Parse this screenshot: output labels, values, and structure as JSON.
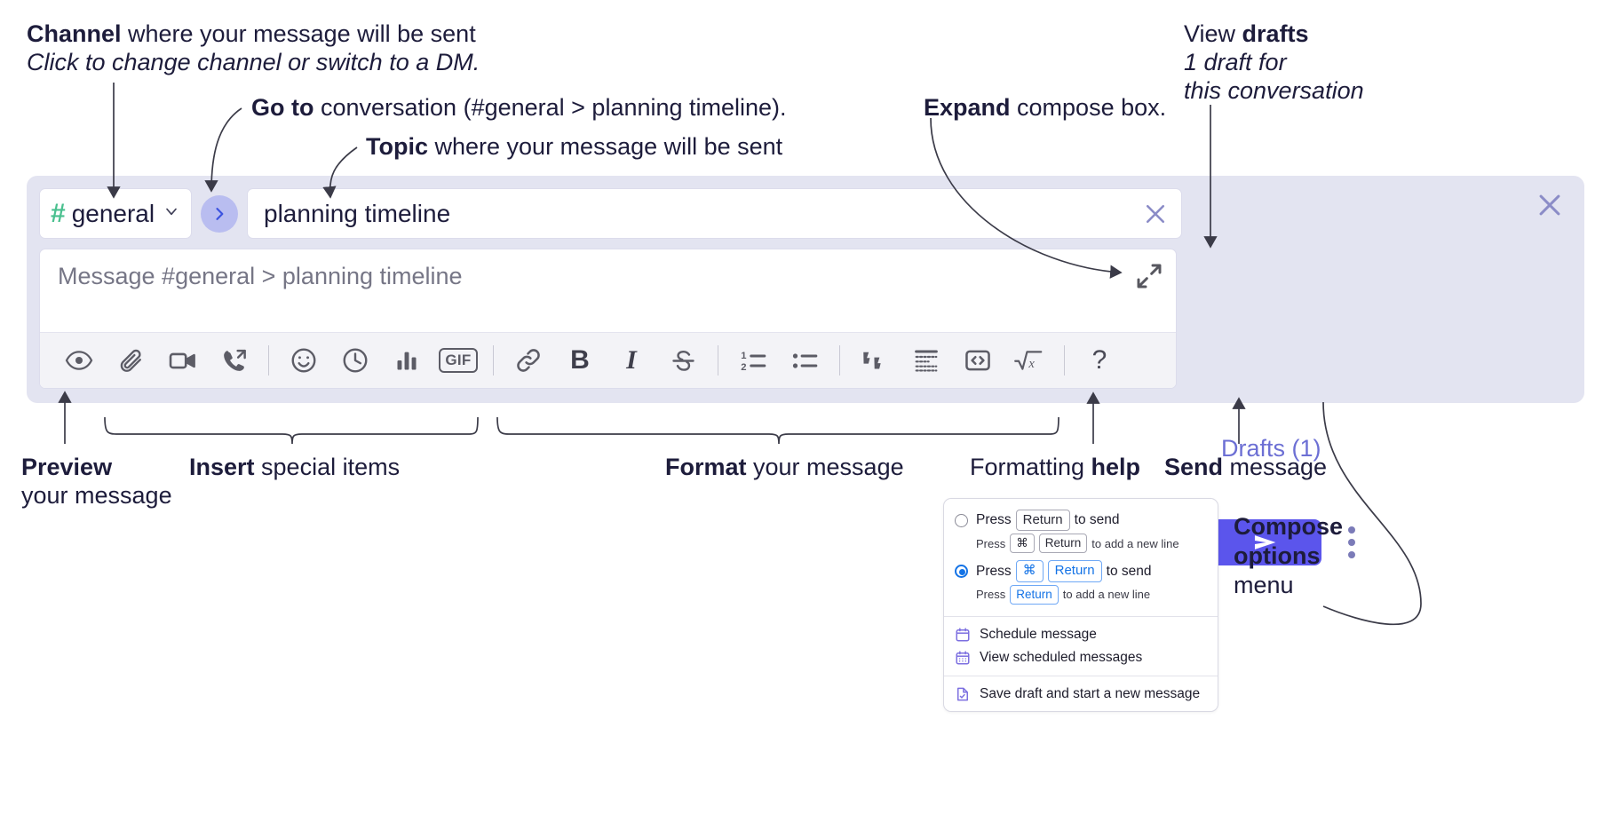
{
  "annotations": {
    "channel": {
      "strong": "Channel",
      "rest": " where your message will be sent",
      "sub": "Click to change channel or switch to a DM."
    },
    "goto": {
      "strong": "Go to",
      "rest": " conversation (#general > planning timeline)."
    },
    "topic": {
      "strong": "Topic",
      "rest": " where your message will be sent"
    },
    "expand": {
      "strong": "Expand",
      "rest": " compose box."
    },
    "drafts": {
      "pre": "View ",
      "strong": "drafts",
      "sub1": "1 draft for",
      "sub2": "this conversation"
    },
    "preview": {
      "strong": "Preview",
      "sub": "your message"
    },
    "insert": {
      "strong": "Insert",
      "rest": " special items"
    },
    "format": {
      "strong": "Format",
      "rest": " your message"
    },
    "help": {
      "pre": "Formatting ",
      "strong": "help"
    },
    "send": {
      "strong": "Send",
      "rest": " message"
    },
    "compose_options": {
      "strong1": "Compose",
      "strong2": "options",
      "rest": "menu"
    }
  },
  "compose": {
    "channel_name": "general",
    "channel_hash": "#",
    "topic_value": "planning timeline",
    "message_placeholder": "Message #general > planning timeline",
    "drafts_label": "Drafts (1)",
    "accent_color": "#5b55ec",
    "hash_color": "#4ac08f",
    "drafts_color": "#6c6fd4",
    "background": "#e3e4f1",
    "toolbar": [
      {
        "name": "preview-icon",
        "label": "Preview"
      },
      {
        "name": "attachment-icon",
        "label": "Attach file"
      },
      {
        "name": "video-icon",
        "label": "Video"
      },
      {
        "name": "call-forward-icon",
        "label": "Call"
      },
      {
        "name": "separator",
        "label": ""
      },
      {
        "name": "emoji-icon",
        "label": "Emoji"
      },
      {
        "name": "clock-icon",
        "label": "Reminder"
      },
      {
        "name": "poll-icon",
        "label": "Poll"
      },
      {
        "name": "gif-icon",
        "label": "GIF"
      },
      {
        "name": "separator",
        "label": ""
      },
      {
        "name": "link-icon",
        "label": "Link"
      },
      {
        "name": "bold-icon",
        "label": "B"
      },
      {
        "name": "italic-icon",
        "label": "I"
      },
      {
        "name": "strikethrough-icon",
        "label": "Strikethrough"
      },
      {
        "name": "separator",
        "label": ""
      },
      {
        "name": "ordered-list-icon",
        "label": "Ordered list"
      },
      {
        "name": "bulleted-list-icon",
        "label": "Bulleted list"
      },
      {
        "name": "separator",
        "label": ""
      },
      {
        "name": "blockquote-icon",
        "label": "Blockquote"
      },
      {
        "name": "code-block-icon",
        "label": "Code block"
      },
      {
        "name": "code-icon",
        "label": "Code"
      },
      {
        "name": "math-icon",
        "label": "Math"
      },
      {
        "name": "separator",
        "label": ""
      },
      {
        "name": "help-icon",
        "label": "?"
      }
    ]
  },
  "menu": {
    "options": [
      {
        "selected": false,
        "main_pre": "Press",
        "main_key": "Return",
        "main_post": "to send",
        "sub_pre": "Press",
        "sub_key1": "⌘",
        "sub_key2": "Return",
        "sub_post": "to add a new line"
      },
      {
        "selected": true,
        "main_pre": "Press",
        "main_key1": "⌘",
        "main_key2": "Return",
        "main_post": "to send",
        "sub_pre": "Press",
        "sub_key": "Return",
        "sub_post": "to add a new line"
      }
    ],
    "items": [
      {
        "icon": "calendar-icon",
        "label": "Schedule message"
      },
      {
        "icon": "calendar-grid-icon",
        "label": "View scheduled messages"
      },
      {
        "icon": "save-draft-icon",
        "label": "Save draft and start a new message"
      }
    ],
    "icon_color": "#7c6fe0",
    "selected_color": "#1473e6"
  }
}
